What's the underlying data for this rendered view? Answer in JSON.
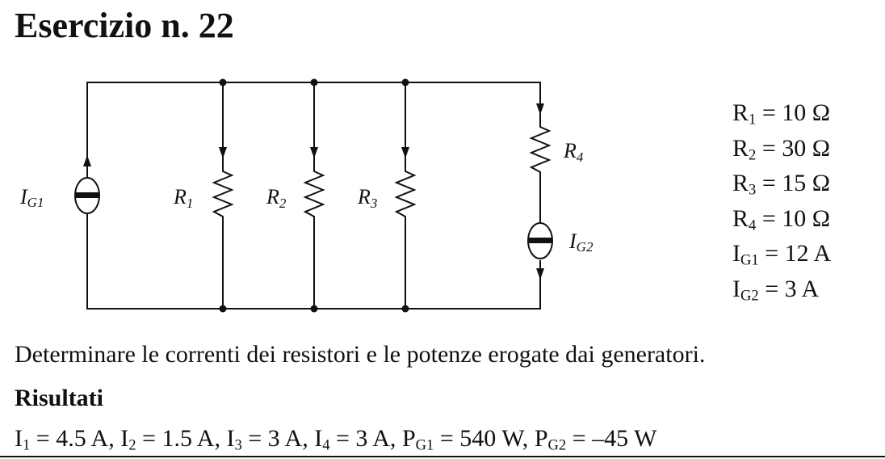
{
  "title": "Esercizio n. 22",
  "circuit": {
    "labels": {
      "IG1": {
        "main": "I",
        "sub": "G1"
      },
      "IG2": {
        "main": "I",
        "sub": "G2"
      },
      "R1": {
        "main": "R",
        "sub": "1"
      },
      "R2": {
        "main": "R",
        "sub": "2"
      },
      "R3": {
        "main": "R",
        "sub": "3"
      },
      "R4": {
        "main": "R",
        "sub": "4"
      }
    }
  },
  "values": [
    {
      "main": "R",
      "sub": "1",
      "rest": " = 10 Ω"
    },
    {
      "main": "R",
      "sub": "2",
      "rest": " = 30 Ω"
    },
    {
      "main": "R",
      "sub": "3",
      "rest": " = 15 Ω"
    },
    {
      "main": "R",
      "sub": "4",
      "rest": " = 10 Ω"
    },
    {
      "main": "I",
      "sub": "G1",
      "rest": " = 12 A"
    },
    {
      "main": "I",
      "sub": "G2",
      "rest": " = 3 A"
    }
  ],
  "task": "Determinare le correnti dei resistori e le potenze erogate dai generatori.",
  "results_heading": "Risultati",
  "results": [
    {
      "main": "I",
      "sub": "1",
      "rest": " = 4.5 A, "
    },
    {
      "main": "I",
      "sub": "2",
      "rest": " = 1.5 A, "
    },
    {
      "main": "I",
      "sub": "3",
      "rest": " = 3 A, "
    },
    {
      "main": "I",
      "sub": "4",
      "rest": " = 3 A, "
    },
    {
      "main": "P",
      "sub": "G1",
      "rest": " = 540 W, "
    },
    {
      "main": "P",
      "sub": "G2",
      "rest": " = –45 W"
    }
  ]
}
